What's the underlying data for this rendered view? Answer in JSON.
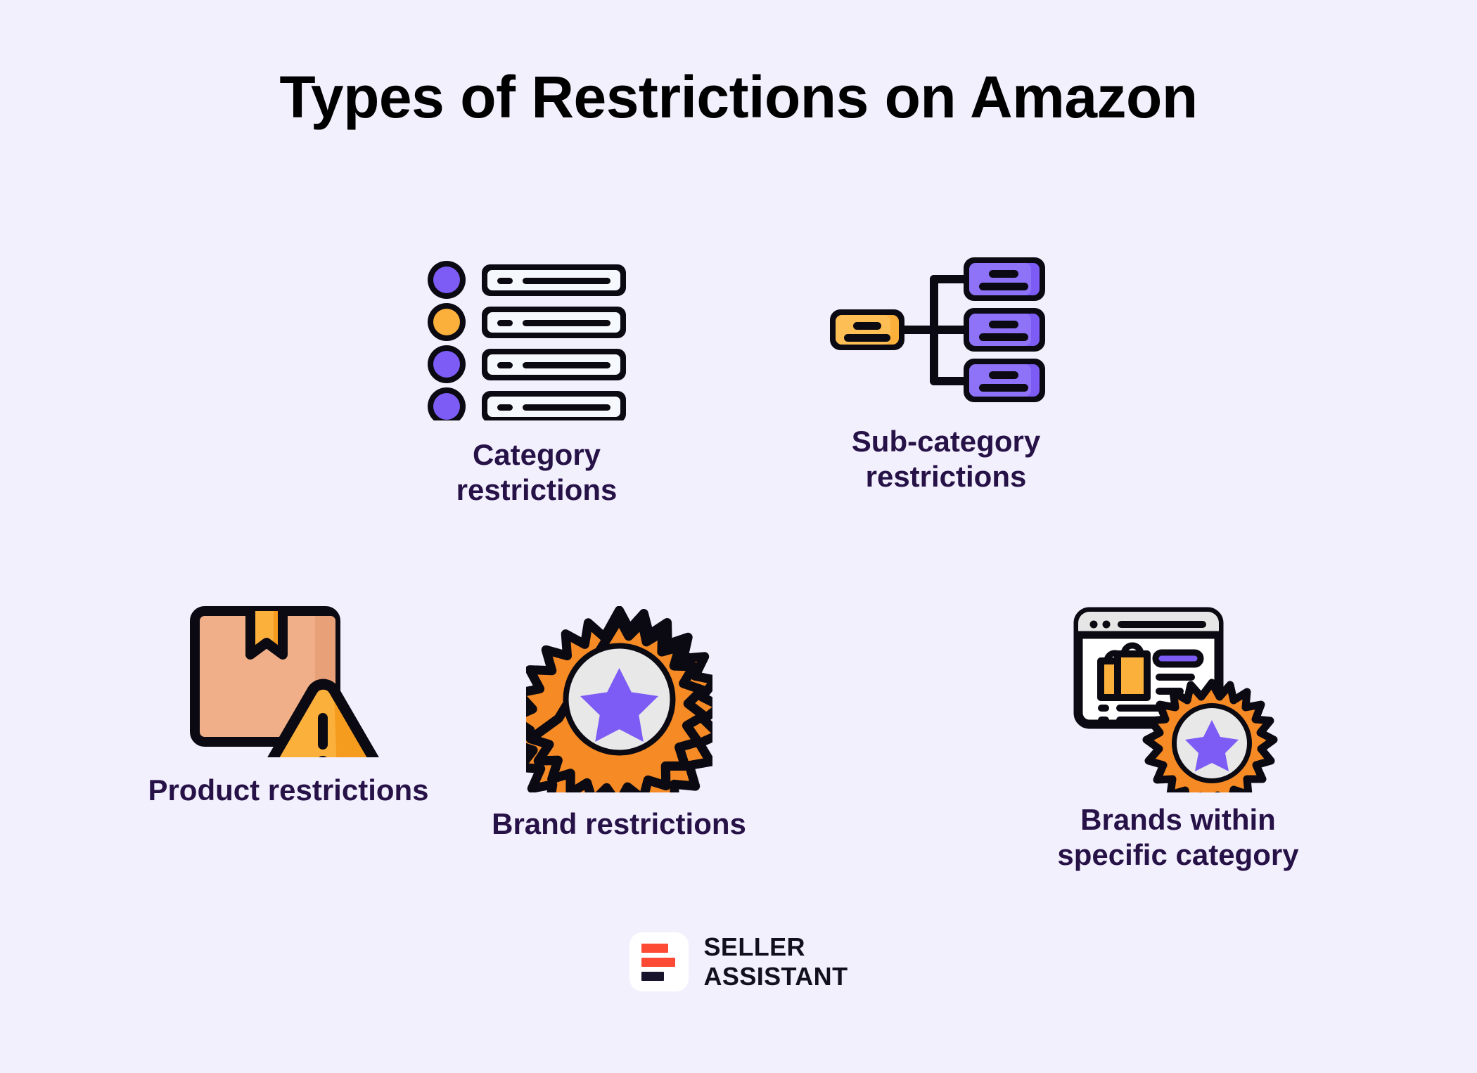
{
  "page": {
    "title": "Types of Restrictions on Amazon",
    "background_color": "#F3F0FE",
    "title_color": "#000000",
    "caption_color": "#261247"
  },
  "palette": {
    "purple": "#7C5CF5",
    "purple_shade": "#6B49EC",
    "orange": "#FBB03B",
    "orange_shade": "#F59C1E",
    "orange_bright": "#F68A25",
    "box_tan": "#F0AF89",
    "box_tan_shade": "#E8A079",
    "white": "#FFFFFF",
    "panel_white": "#F5F8FC",
    "grey_disc": "#E8E8E8",
    "outline": "#0B0A12",
    "logo_red": "#FC4A35",
    "logo_dark": "#17142B"
  },
  "items": [
    {
      "id": "category",
      "icon": "category-list-icon",
      "caption": "Category\nrestrictions",
      "rows": [
        {
          "dot_color": "#7C5CF5"
        },
        {
          "dot_color": "#FBB03B"
        },
        {
          "dot_color": "#7C5CF5"
        },
        {
          "dot_color": "#7C5CF5"
        }
      ]
    },
    {
      "id": "subcategory",
      "icon": "sub-category-tree-icon",
      "caption": "Sub-category\nrestrictions",
      "parent_node_color": "#FBB03B",
      "child_node_color": "#7C5CF5",
      "child_count": 3
    },
    {
      "id": "product",
      "icon": "product-box-warning-icon",
      "caption": "Product restrictions"
    },
    {
      "id": "brand",
      "icon": "brand-badge-star-icon",
      "caption": "Brand restrictions"
    },
    {
      "id": "brandcat",
      "icon": "browser-badge-icon",
      "caption": "Brands within\nspecific category"
    }
  ],
  "logo": {
    "mark_name": "seller-assistant-logo-mark",
    "line1": "SELLER",
    "line2": "ASSISTANT"
  }
}
